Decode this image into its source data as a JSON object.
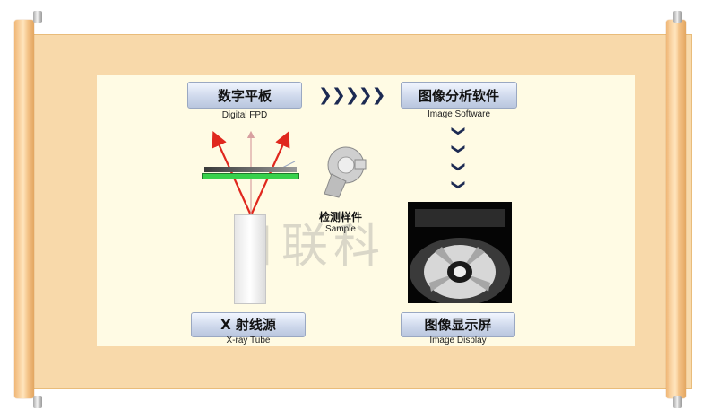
{
  "nodes": {
    "fpd": {
      "title": "数字平板",
      "subtitle": "Digital FPD"
    },
    "software": {
      "title": "图像分析软件",
      "subtitle": "Image Software"
    },
    "sample": {
      "title": "检测样件",
      "subtitle": "Sample"
    },
    "tube": {
      "title": "X 射线源",
      "subtitle": "X-ray Tube"
    },
    "display": {
      "title": "图像显示屏",
      "subtitle": "Image Display"
    }
  },
  "arrows": {
    "horizontal": "❯❯❯❯❯",
    "vertical": [
      "❯",
      "❯",
      "❯",
      "❯"
    ]
  },
  "watermark": "日联科",
  "colors": {
    "scroll": "#f8d9aa",
    "panel": "#fffbe4",
    "header_fill": "#c6d1e6",
    "ray": "#e0281e",
    "detector": "#37d14b",
    "arrow": "#1c2a52"
  },
  "icons": [
    "scroll-rod",
    "x-ray-beam",
    "sample-part",
    "display-image"
  ]
}
